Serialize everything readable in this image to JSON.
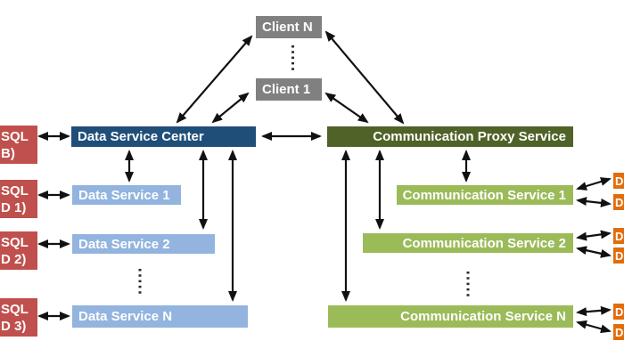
{
  "nodes": {
    "client_n": "Client N",
    "client_1": "Client 1",
    "data_service_center": "Data Service Center",
    "communication_proxy_service": "Communication Proxy Service",
    "data_service_1": "Data Service 1",
    "data_service_2": "Data Service 2",
    "data_service_n": "Data Service N",
    "communication_service_1": "Communication Service 1",
    "communication_service_2": "Communication Service 2",
    "communication_service_n": "Communication Service N"
  },
  "sql_databases": [
    {
      "line1": "SQL",
      "line2": "B)"
    },
    {
      "line1": "SQL",
      "line2": "D 1)"
    },
    {
      "line1": "SQL",
      "line2": "D 2)"
    },
    {
      "line1": "SQL",
      "line2": "D 3)"
    }
  ],
  "partial_db_labels": [
    "D",
    "D",
    "D",
    "D",
    "D",
    "D"
  ],
  "colors": {
    "client_gray": "#808080",
    "data_center_blue": "#1F4E79",
    "data_service_blue": "#92B4DF",
    "proxy_olive": "#4F6228",
    "comm_service_green": "#9BBB59",
    "sql_red": "#C0504D",
    "db_orange": "#E36C0A",
    "arrow_black": "#111111"
  }
}
